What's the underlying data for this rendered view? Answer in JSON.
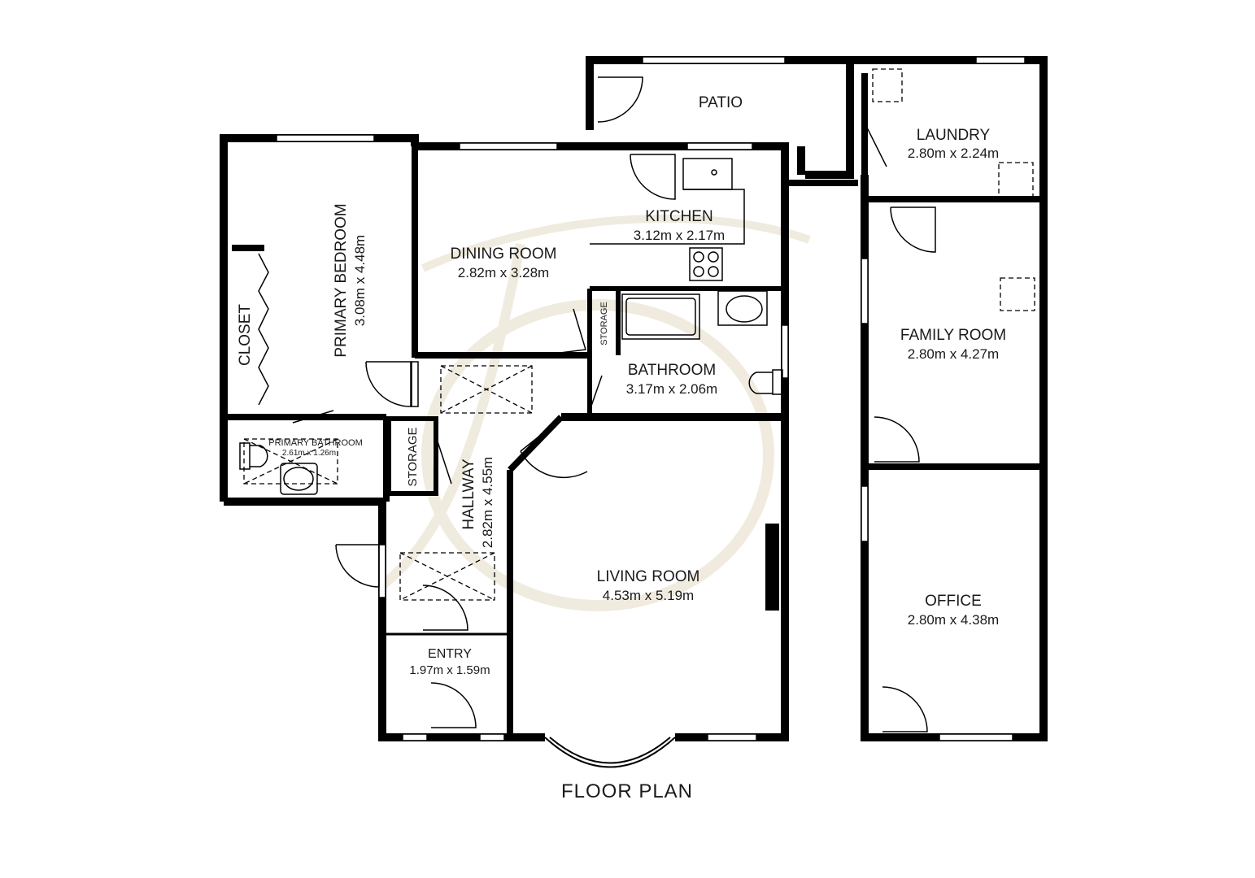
{
  "plan": {
    "title": "FLOOR PLAN",
    "rooms": {
      "patio": {
        "name": "PATIO"
      },
      "laundry": {
        "name": "LAUNDRY",
        "dims": "2.80m x 2.24m"
      },
      "kitchen": {
        "name": "KITCHEN",
        "dims": "3.12m x 2.17m"
      },
      "dining": {
        "name": "DINING ROOM",
        "dims": "2.82m x 3.28m"
      },
      "primary_bedroom": {
        "name": "PRIMARY BEDROOM",
        "dims": "3.08m x 4.48m"
      },
      "closet": {
        "name": "CLOSET"
      },
      "storage_upper": {
        "name": "STORAGE"
      },
      "bathroom": {
        "name": "BATHROOM",
        "dims": "3.17m x 2.06m"
      },
      "family_room": {
        "name": "FAMILY ROOM",
        "dims": "2.80m x 4.27m"
      },
      "primary_bathroom": {
        "name": "PRIMARY BATHROOM",
        "dims": "2.61m x 1.26m"
      },
      "storage_hall": {
        "name": "STORAGE"
      },
      "hallway": {
        "name": "HALLWAY",
        "dims": "2.82m x 4.55m"
      },
      "living_room": {
        "name": "LIVING ROOM",
        "dims": "4.53m x 5.19m"
      },
      "office": {
        "name": "OFFICE",
        "dims": "2.80m x 4.38m"
      },
      "entry": {
        "name": "ENTRY",
        "dims": "1.97m x 1.59m"
      }
    },
    "colors": {
      "wall": "#000000",
      "watermark": "#efe9dc",
      "background": "#ffffff"
    }
  }
}
